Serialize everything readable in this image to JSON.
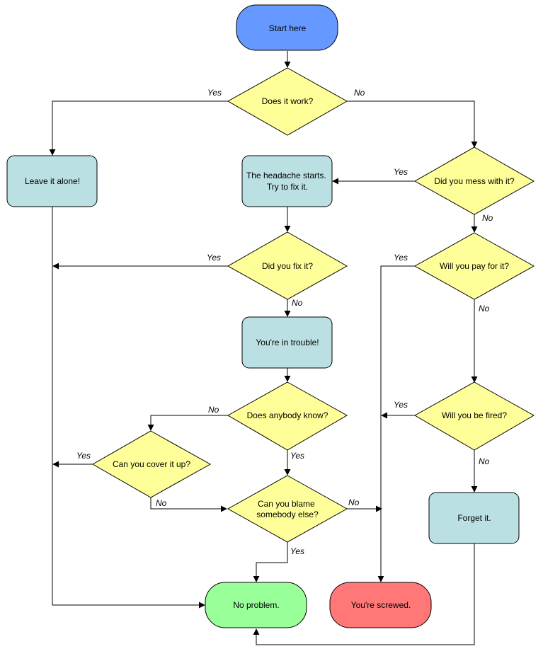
{
  "colors": {
    "start": "#6699ff",
    "decision": "#ffff99",
    "process": "#bbe0e3",
    "good_end": "#99ff99",
    "bad_end": "#ff7777",
    "line": "#000000"
  },
  "nodes": {
    "start": {
      "text": [
        "Start here"
      ]
    },
    "does_it_work": {
      "text": [
        "Does it work?"
      ]
    },
    "leave_it_alone": {
      "text": [
        "Leave it alone!"
      ]
    },
    "headache": {
      "text": [
        "The headache starts.",
        "Try to fix it."
      ]
    },
    "mess_with_it": {
      "text": [
        "Did you mess with it?"
      ]
    },
    "fix_it": {
      "text": [
        "Did you fix it?"
      ]
    },
    "pay_for_it": {
      "text": [
        "Will you pay for it?"
      ]
    },
    "in_trouble": {
      "text": [
        "You're in trouble!"
      ]
    },
    "anybody_know": {
      "text": [
        "Does anybody know?"
      ]
    },
    "fired": {
      "text": [
        "Will you be fired?"
      ]
    },
    "cover_up": {
      "text": [
        "Can you cover it up?"
      ]
    },
    "blame": {
      "text": [
        "Can you blame",
        "somebody else?"
      ]
    },
    "forget_it": {
      "text": [
        "Forget it."
      ]
    },
    "no_problem": {
      "text": [
        "No problem."
      ]
    },
    "screwed": {
      "text": [
        "You're screwed."
      ]
    }
  },
  "edge_labels": {
    "work_yes": "Yes",
    "work_no": "No",
    "mess_yes": "Yes",
    "mess_no": "No",
    "fix_yes": "Yes",
    "fix_no": "No",
    "pay_yes": "Yes",
    "pay_no": "No",
    "know_no": "No",
    "know_yes": "Yes",
    "fired_yes": "Yes",
    "fired_no": "No",
    "cover_yes": "Yes",
    "cover_no": "No",
    "blame_no": "No",
    "blame_yes": "Yes"
  }
}
